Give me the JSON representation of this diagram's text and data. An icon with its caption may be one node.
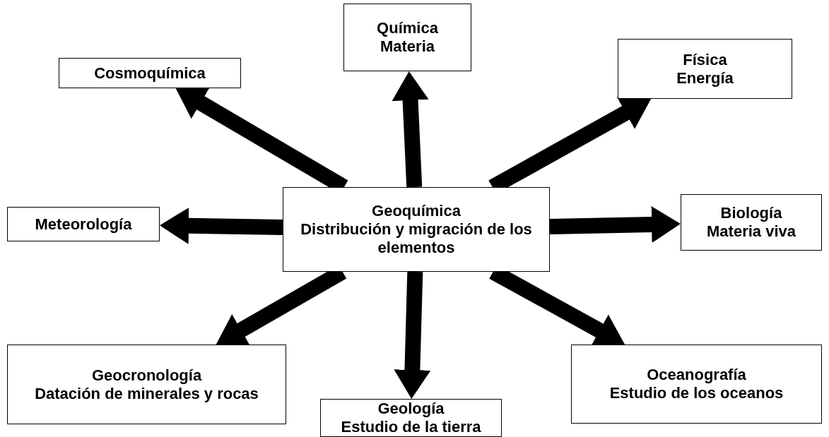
{
  "diagram": {
    "nodes": [
      {
        "text": [
          "Geoquímica",
          "Distribución y migración de los elementos"
        ]
      },
      {
        "text": [
          "Cosmoquímica"
        ]
      },
      {
        "text": [
          "Química",
          "Materia"
        ]
      },
      {
        "text": [
          "Física",
          "Energía"
        ]
      },
      {
        "text": [
          "Meteorología"
        ]
      },
      {
        "text": [
          "Biología",
          "Materia viva"
        ]
      },
      {
        "text": [
          "Geocronología",
          "Datación de minerales y rocas"
        ]
      },
      {
        "text": [
          "Geología",
          "Estudio de la tierra"
        ]
      },
      {
        "text": [
          "Oceanografía",
          "Estudio de los oceanos"
        ]
      }
    ],
    "edges": [
      {
        "from": 0,
        "to": 1,
        "arrow": "to"
      },
      {
        "from": 0,
        "to": 2,
        "arrow": "to"
      },
      {
        "from": 0,
        "to": 3,
        "arrow": "to"
      },
      {
        "from": 0,
        "to": 4,
        "arrow": "to"
      },
      {
        "from": 0,
        "to": 5,
        "arrow": "to"
      },
      {
        "from": 0,
        "to": 6,
        "arrow": "to"
      },
      {
        "from": 0,
        "to": 7,
        "arrow": "to"
      },
      {
        "from": 0,
        "to": 8,
        "arrow": "to"
      }
    ]
  }
}
